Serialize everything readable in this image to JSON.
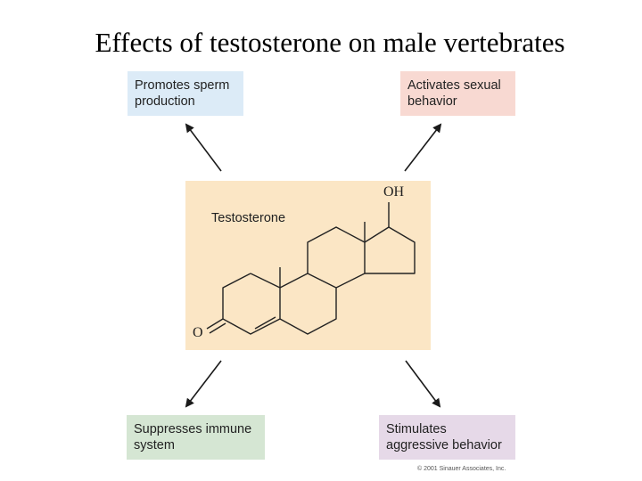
{
  "title": "Effects of testosterone on male vertebrates",
  "boxes": {
    "sperm": {
      "line1": "Promotes sperm",
      "line2": "production",
      "color": "#dcebf7"
    },
    "sexual": {
      "line1": "Activates sexual",
      "line2": "behavior",
      "color": "#f8d9d2"
    },
    "immune": {
      "line1": "Suppresses immune",
      "line2": "system",
      "color": "#d5e6d3"
    },
    "aggressive": {
      "line1": "Stimulates",
      "line2": "aggressive behavior",
      "color": "#e6d9e8"
    }
  },
  "molecule": {
    "name": "Testosterone",
    "hydroxyl_label": "OH",
    "oxygen_label": "O",
    "panel_color": "#fbe6c5"
  },
  "copyright": "© 2001 Sinauer Associates, Inc."
}
